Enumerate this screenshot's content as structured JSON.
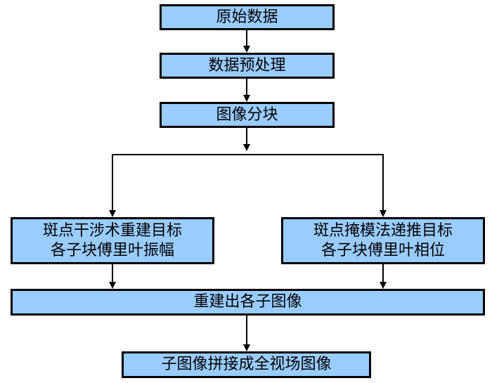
{
  "diagram": {
    "nodes": {
      "raw_data": "原始数据",
      "preprocess": "数据预处理",
      "image_blocks": "图像分块",
      "left_line1": "斑点干涉术重建目标",
      "left_line2": "各子块傅里叶振幅",
      "right_line1": "斑点掩模法递推目标",
      "right_line2": "各子块傅里叶相位",
      "reconstruct": "重建出各子图像",
      "stitch": "子图像拼接成全视场图像"
    },
    "colors": {
      "box_fill": "#99ccff",
      "stroke": "#000000"
    }
  }
}
